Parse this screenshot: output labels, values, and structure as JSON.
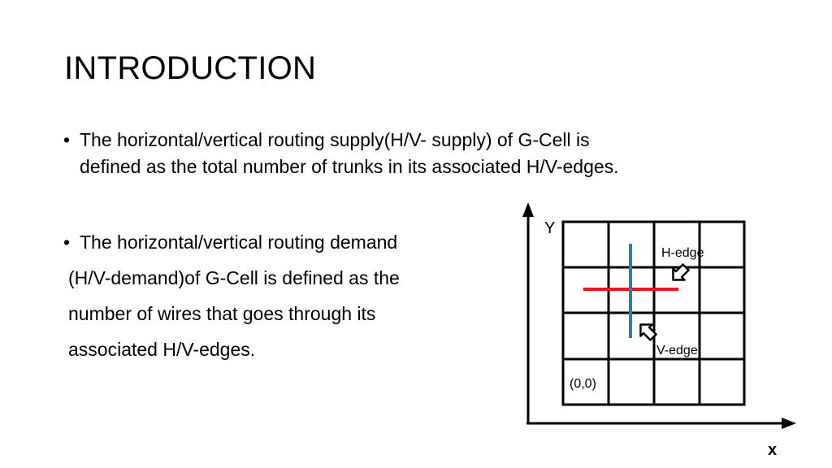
{
  "slide": {
    "title": "INTRODUCTION"
  },
  "bullets": [
    {
      "marker": "•",
      "lines": [
        "The horizontal/vertical routing supply(H/V- supply) of G-Cell is",
        "defined as the total number of trunks in its associated H/V-edges."
      ]
    },
    {
      "marker": "•",
      "lines": [
        "The horizontal/vertical routing demand",
        "(H/V-demand)of G-Cell is defined as the",
        "number of wires that goes through its",
        "associated H/V-edges."
      ]
    }
  ],
  "diagram": {
    "y_axis_label": "Y",
    "x_axis_label": "x",
    "origin_label": "(0,0)",
    "h_edge_label": "H-edge",
    "v_edge_label": "V-edge",
    "grid_rows": 4,
    "grid_cols": 4,
    "colors": {
      "h_wire": "#e8141b",
      "v_wire": "#1a7fc9",
      "grid": "#000000"
    }
  }
}
